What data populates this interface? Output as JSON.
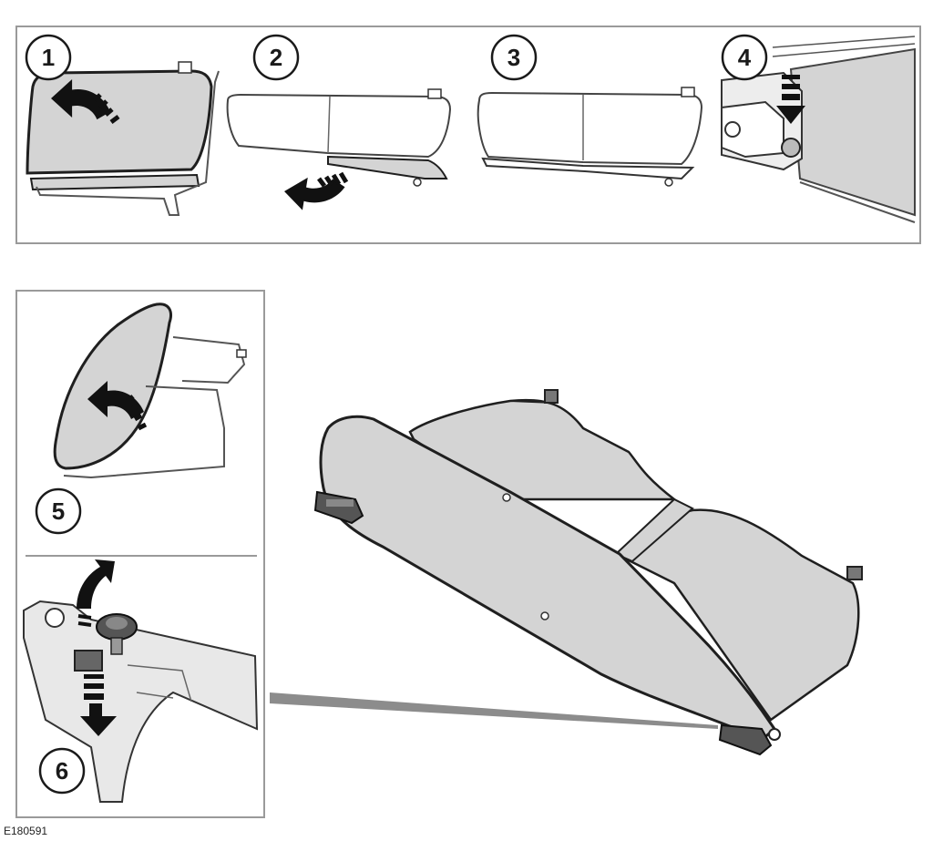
{
  "steps": [
    {
      "num": "1"
    },
    {
      "num": "2"
    },
    {
      "num": "3"
    },
    {
      "num": "4"
    },
    {
      "num": "5"
    },
    {
      "num": "6"
    }
  ],
  "figure_code": "E180591",
  "colors": {
    "panel_border": "#9a9a9a",
    "fabric": "#d4d4d4",
    "outline": "#1f1f1f",
    "leader": "#8c8c8c",
    "arrow": "#111111"
  }
}
